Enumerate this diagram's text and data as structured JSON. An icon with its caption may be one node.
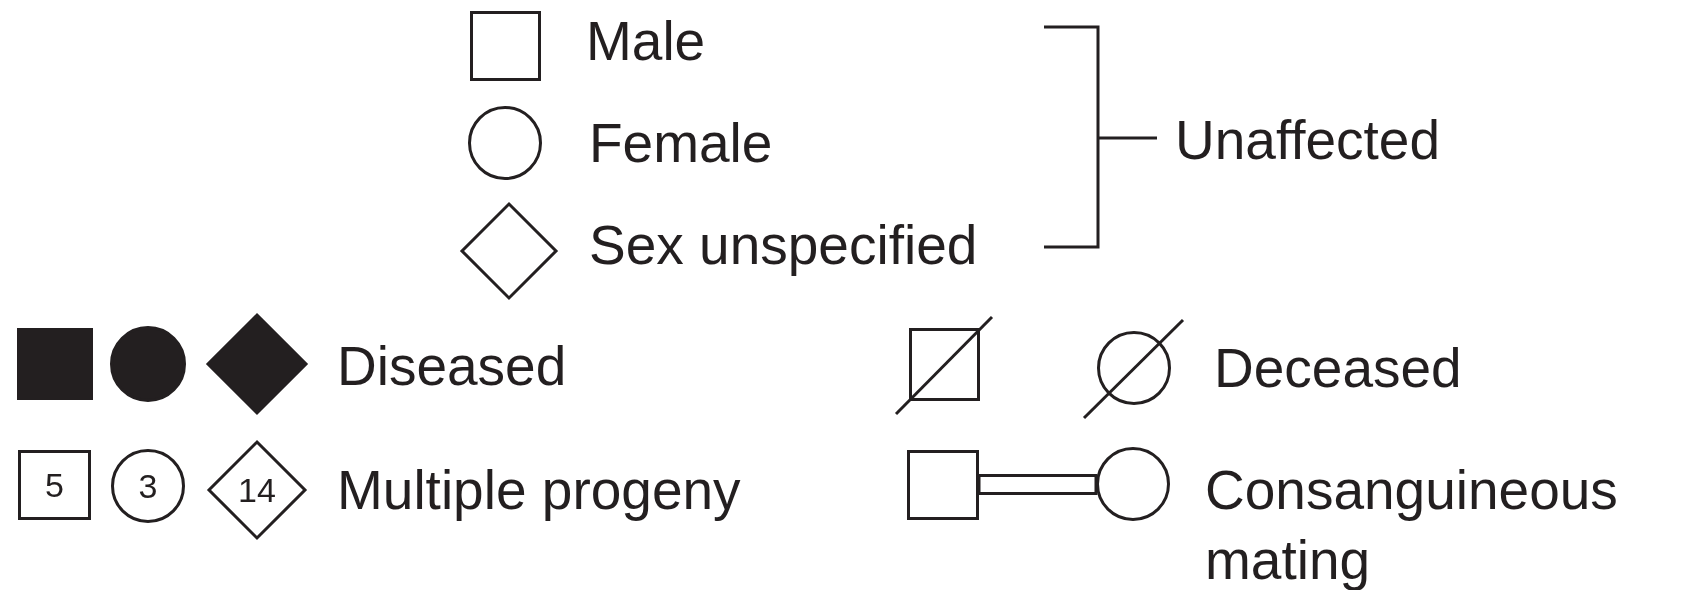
{
  "diagram": {
    "nodes": [
      {
        "text": [],
        "shape": "box",
        "beside": [
          "Male"
        ]
      },
      {
        "text": [],
        "shape": "circle",
        "beside": [
          "Female"
        ]
      },
      {
        "text": [],
        "shape": "diamond",
        "beside": [
          "Sex unspecified"
        ]
      },
      {
        "text": [],
        "shape": "box"
      },
      {
        "text": [],
        "shape": "circle"
      },
      {
        "text": [],
        "shape": "diamond"
      },
      {
        "text": [],
        "shape": "box"
      },
      {
        "text": [],
        "shape": "circle"
      },
      {
        "text": [
          "5"
        ]
      },
      {
        "text": [
          "3"
        ]
      },
      {
        "text": [
          "14"
        ]
      },
      {
        "text": [],
        "shape": "box"
      },
      {
        "text": [],
        "shape": "circle"
      }
    ],
    "edges": [
      {
        "from": 11,
        "to": 12,
        "arrow": "none"
      }
    ],
    "labels": [
      "Unaffected",
      "Diseased",
      "Multiple progeny",
      "Deceased",
      "Consanguineous mating"
    ]
  }
}
